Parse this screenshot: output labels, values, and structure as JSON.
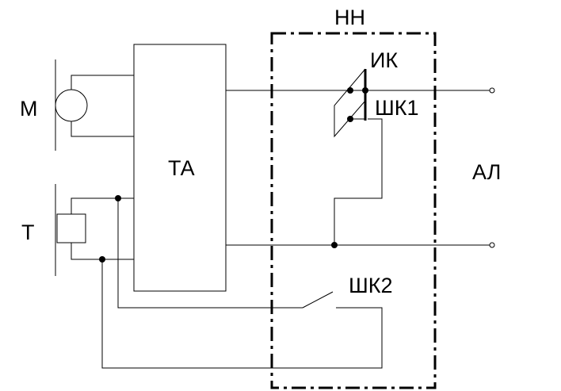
{
  "labels": {
    "nn": "НН",
    "m": "М",
    "t": "Т",
    "ta": "ТА",
    "ik": "ИК",
    "shk1": "ШК1",
    "shk2": "ШК2",
    "al": "АЛ"
  }
}
